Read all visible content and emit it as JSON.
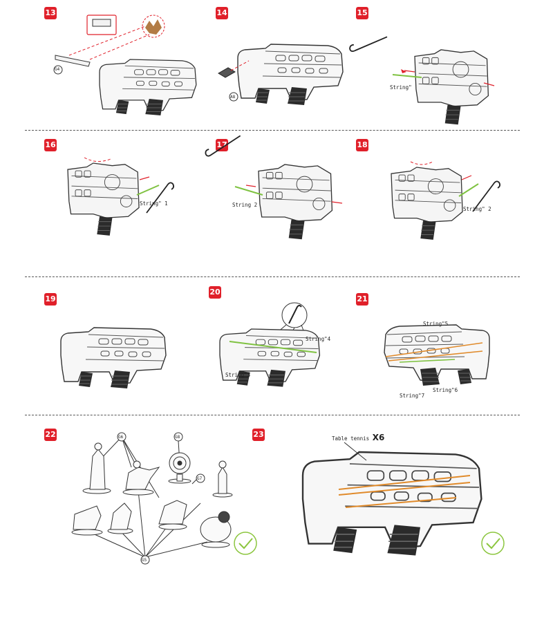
{
  "steps": [
    "13",
    "14",
    "15",
    "16",
    "17",
    "18",
    "19",
    "20",
    "21",
    "22",
    "23"
  ],
  "labels": {
    "g4": "G4",
    "a8": "A8",
    "s15": "String\"",
    "s16": "String\" 1",
    "s17": "String 2",
    "s18": "String\" 2",
    "s20a": "String\"4",
    "s20b": "String\"3",
    "s21a": "String\"5",
    "s21b": "String\"6",
    "s21c": "String\"7",
    "g6": "G6",
    "g8": "G8",
    "g7": "G7",
    "g5": "G5",
    "table_tennis": "Table tennis",
    "x6": "X6"
  },
  "colors": {
    "badge": "#e0202a",
    "arrow": "#e0202a",
    "string_green": "#7fc241",
    "string_orange": "#e08a2a",
    "check": "#8cc63f"
  },
  "icons": [
    "gun-illustration",
    "hook-tool-icon",
    "check-circle-icon",
    "target-icon",
    "figure-icon"
  ]
}
